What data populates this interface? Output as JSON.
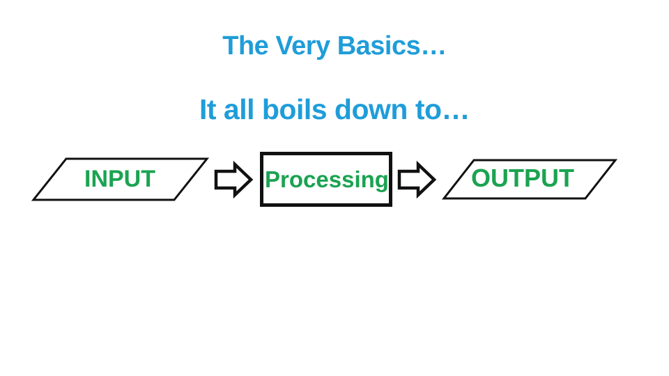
{
  "slide": {
    "title": "The Very Basics…",
    "subtitle": "It all boils down to…",
    "colors": {
      "heading_blue": "#1F9DD9",
      "label_green": "#1BA351",
      "shape_outline": "#111111",
      "background": "#FFFFFF"
    },
    "flowchart": {
      "steps": [
        {
          "label": "INPUT",
          "shape": "parallelogram"
        },
        {
          "label": "Processing",
          "shape": "rectangle"
        },
        {
          "label": "OUTPUT",
          "shape": "parallelogram"
        }
      ],
      "connector_icon": "right-block-arrow"
    }
  }
}
